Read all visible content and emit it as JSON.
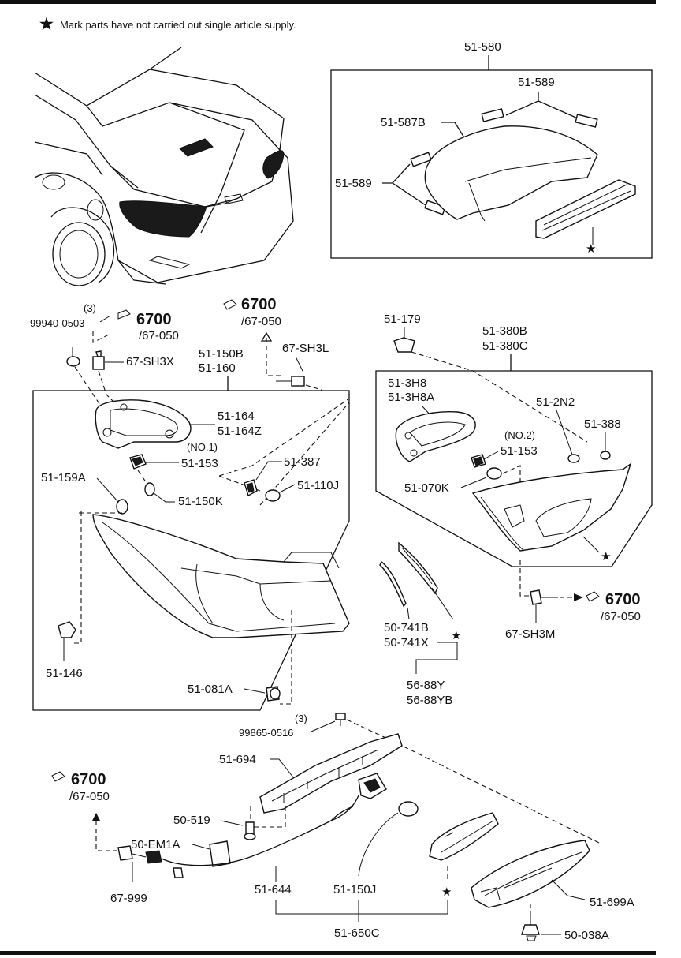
{
  "header": {
    "note_symbol": "★",
    "note": "Mark parts have not carried out single article supply."
  },
  "labels": {
    "hmsl_box": "51-580",
    "hmsl_589_top": "51-589",
    "hmsl_587b": "51-587B",
    "hmsl_589_left": "51-589",
    "qty_3_a": "(3)",
    "screw_a": "99940-0503",
    "ref_6700_a": "6700",
    "ref_sub_a": "/67-050",
    "sh3x": "67-SH3X",
    "ref_6700_b": "6700",
    "ref_sub_b": "/67-050",
    "sh3l": "67-SH3L",
    "lh_150b": "51-150B",
    "lh_160": "51-160",
    "gasket_164": "51-164",
    "gasket_164z": "51-164Z",
    "no1": "(NO.1)",
    "socket_153_a": "51-153",
    "socket_387": "51-387",
    "bulb_110j": "51-110J",
    "cap_159a": "51-159A",
    "bulb_150k": "51-150K",
    "bolt_146": "51-146",
    "clip_081a": "51-081A",
    "clip_179": "51-179",
    "lid_380b": "51-380B",
    "lid_380c": "51-380C",
    "gasket_3h8": "51-3H8",
    "gasket_3h8a": "51-3H8A",
    "pad_2n2": "51-2N2",
    "pad_388": "51-388",
    "no2": "(NO.2)",
    "socket_153_b": "51-153",
    "bulb_070k": "51-070K",
    "ref_6700_c": "6700",
    "ref_sub_c": "/67-050",
    "sh3m": "67-SH3M",
    "mold_741b": "50-741B",
    "mold_741x": "50-741X",
    "garnish_88y": "56-88Y",
    "garnish_88yb": "56-88YB",
    "qty_3_b": "(3)",
    "screw_b": "99865-0516",
    "bracket_694": "51-694",
    "ref_6700_d": "6700",
    "ref_sub_d": "/67-050",
    "clip_519": "50-519",
    "em1a": "50-EM1A",
    "harness_999": "67-999",
    "harness_644": "51-644",
    "bulb_150j": "51-150J",
    "lamp_650c": "51-650C",
    "lamp_699a": "51-699A",
    "nut_038a": "50-038A",
    "star": "★"
  }
}
